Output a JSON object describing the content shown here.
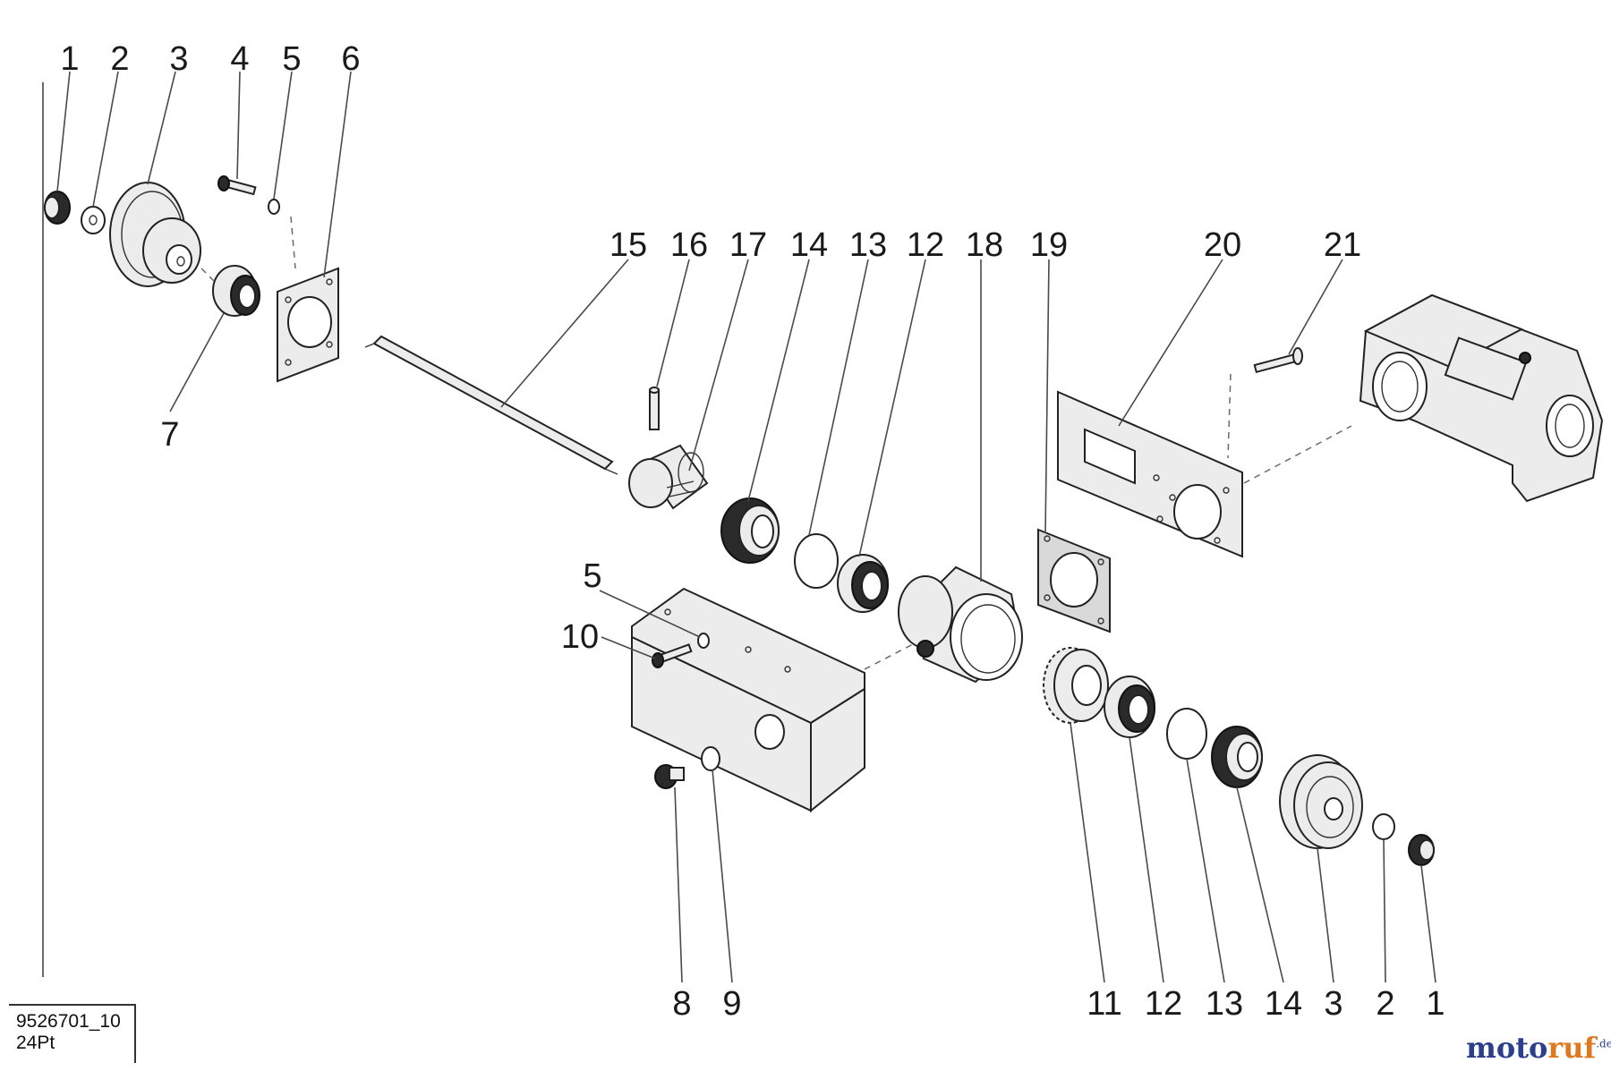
{
  "diagram": {
    "drawing_code_line1": "9526701_10",
    "drawing_code_line2": "24Pt",
    "watermark_part1": "moto",
    "watermark_part2": "ruf",
    "watermark_suffix": ".de",
    "callouts_top_left": [
      "1",
      "2",
      "3",
      "4",
      "5",
      "6"
    ],
    "callout_7": "7",
    "callouts_top_mid": [
      "15",
      "16",
      "17",
      "14",
      "13",
      "12",
      "18",
      "19",
      "20",
      "21"
    ],
    "callouts_mid_left": [
      "5",
      "10"
    ],
    "callouts_bottom": [
      "8",
      "9",
      "11",
      "12",
      "13",
      "14",
      "3",
      "2",
      "1"
    ],
    "colors": {
      "ink": "#1a1a1a",
      "watermark_blue": "#2b3f8c",
      "watermark_orange": "#e07820"
    }
  }
}
